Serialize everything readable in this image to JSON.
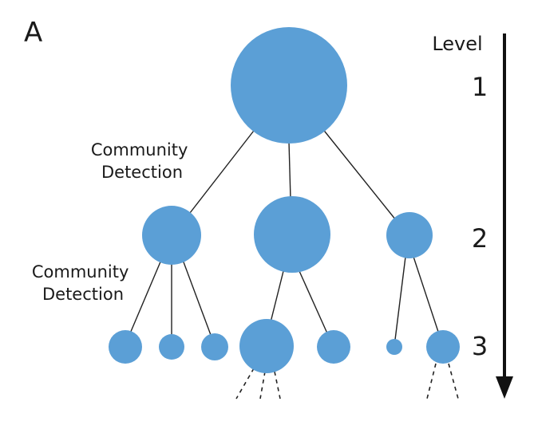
{
  "panel_label": "A",
  "level_axis": {
    "title": "Level",
    "levels": [
      "1",
      "2",
      "3"
    ]
  },
  "annotations": [
    {
      "lines": [
        "Community",
        "Detection"
      ]
    },
    {
      "lines": [
        "Community",
        "Detection"
      ]
    }
  ],
  "colors": {
    "node_fill": "#5b9fd6",
    "edge": "#222222",
    "arrow": "#111111",
    "text": "#1a1a1a"
  }
}
